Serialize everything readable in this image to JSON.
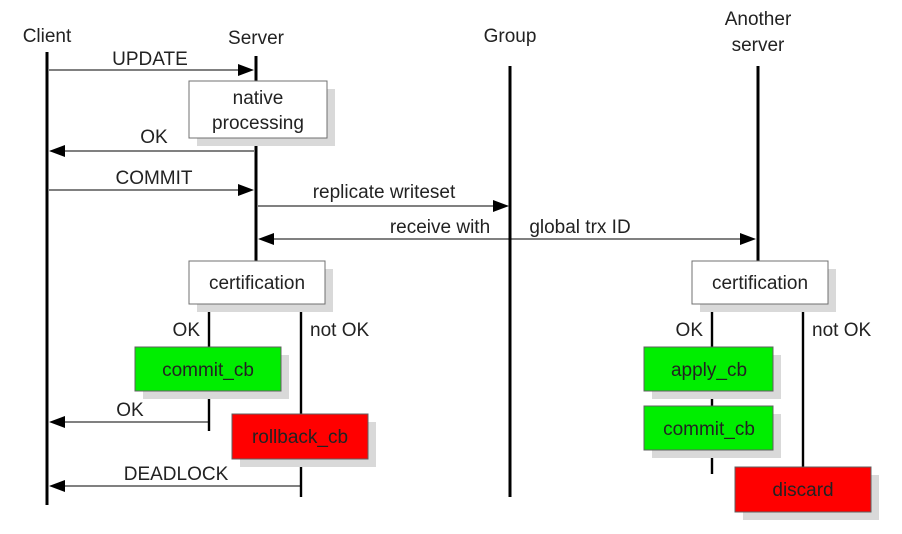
{
  "participants": {
    "client": "Client",
    "server": "Server",
    "group": "Group",
    "another_line1": "Another",
    "another_line2": "server"
  },
  "messages": {
    "update": "UPDATE",
    "ok_1": "OK",
    "commit": "COMMIT",
    "replicate": "replicate writeset",
    "receive": "receive with",
    "global_trx": "global trx ID",
    "ok_2": "OK",
    "deadlock": "DEADLOCK"
  },
  "boxes": {
    "native_line1": "native",
    "native_line2": "processing",
    "certification_server": "certification",
    "certification_another": "certification",
    "commit_cb_server": "commit_cb",
    "rollback_cb": "rollback_cb",
    "apply_cb": "apply_cb",
    "commit_cb_another": "commit_cb",
    "discard": "discard"
  },
  "branch_labels": {
    "server_ok": "OK",
    "server_not_ok": "not OK",
    "another_ok": "OK",
    "another_not_ok": "not OK"
  },
  "colors": {
    "success": "#00ee00",
    "failure": "#ff0000",
    "neutral_box": "#ffffff",
    "shadow": "#d9d9d9"
  }
}
